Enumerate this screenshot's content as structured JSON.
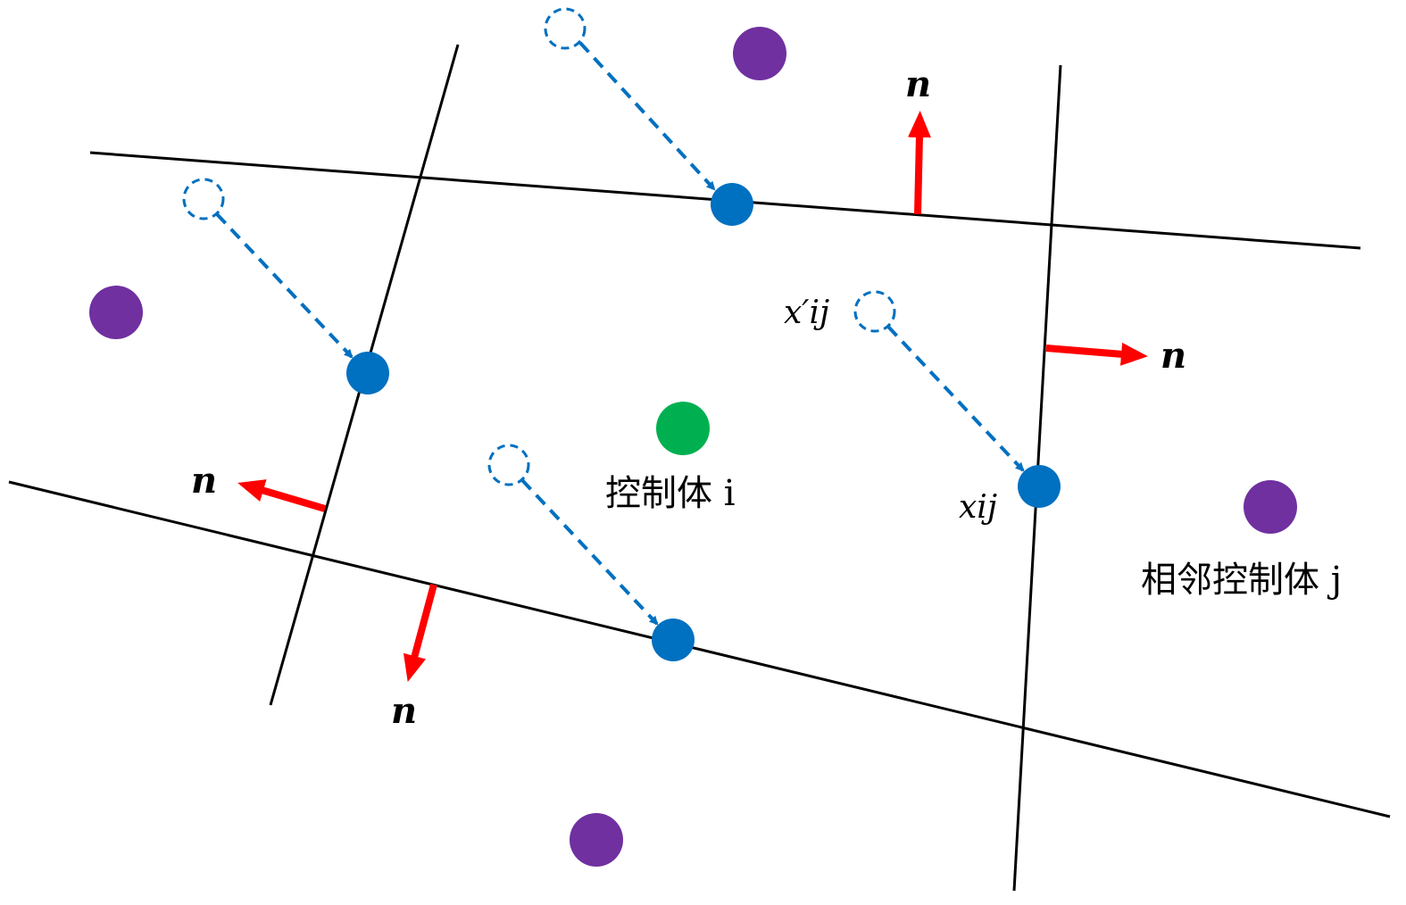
{
  "labels": {
    "control_volume": "控制体 i",
    "neighbor_volume": "相邻控制体 j",
    "x_prime": "x′ij",
    "x": "xij",
    "normal": "n"
  },
  "colors": {
    "line": "#000000",
    "blue": "#0070c0",
    "purple": "#7030a0",
    "green": "#00b050",
    "normal_arrow": "#ff0000"
  }
}
